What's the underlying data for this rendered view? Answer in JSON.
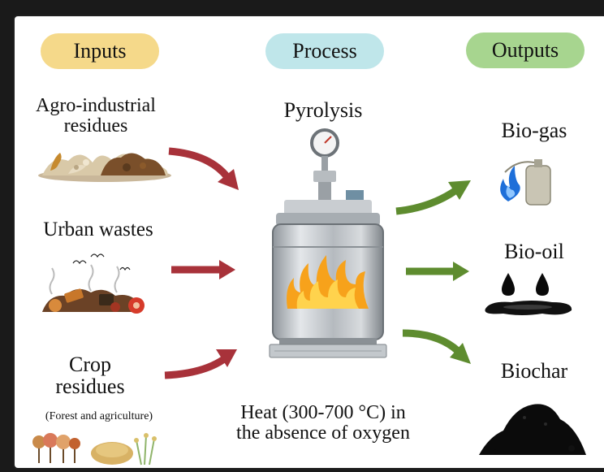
{
  "headers": {
    "inputs": "Inputs",
    "process": "Process",
    "outputs": "Outputs"
  },
  "inputs": {
    "agro_line1": "Agro-industrial",
    "agro_line2": "residues",
    "urban": "Urban wastes",
    "crop_line1": "Crop",
    "crop_line2": "residues",
    "crop_note": "(Forest and agriculture)"
  },
  "process": {
    "title": "Pyrolysis",
    "heat_line1": "Heat (300-700 °C) in",
    "heat_line2": "the absence of oxygen"
  },
  "outputs": {
    "biogas": "Bio-gas",
    "biooil": "Bio-oil",
    "biochar": "Biochar"
  },
  "colors": {
    "inputs_pill": "#f5d98a",
    "process_pill": "#bfe6ea",
    "outputs_pill": "#a7d58f",
    "input_arrow": "#a8323a",
    "output_arrow": "#5e8c2f",
    "flame": "#f7a21b"
  }
}
